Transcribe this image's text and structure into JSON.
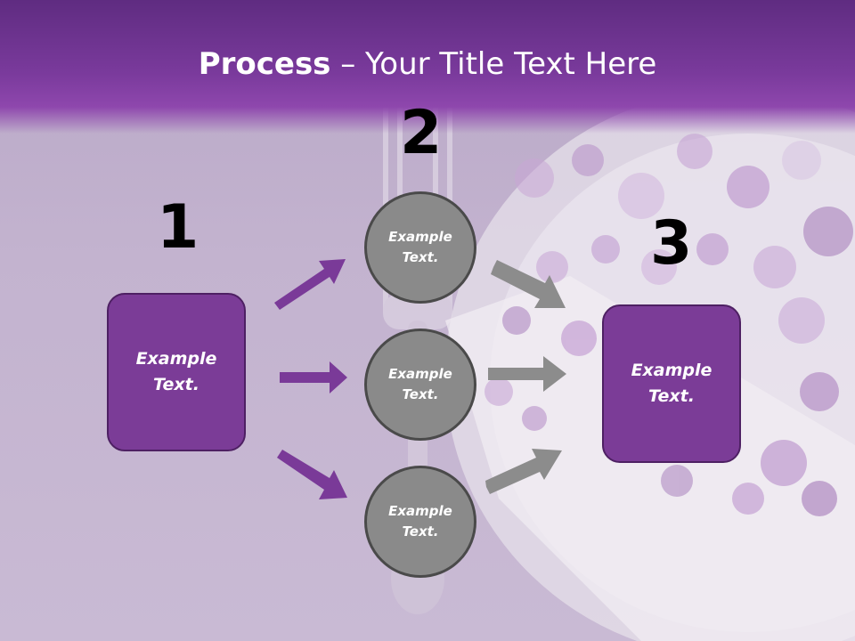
{
  "title": {
    "bold": "Process",
    "rest": " – Your Title Text Here"
  },
  "steps": {
    "one": {
      "number": "1",
      "box_text": "Example\nText."
    },
    "two": {
      "number": "2",
      "circles": [
        "Example\nText.",
        "Example\nText.",
        "Example\nText."
      ]
    },
    "three": {
      "number": "3",
      "box_text": "Example\nText."
    }
  },
  "colors": {
    "title_bar": "#6b3190",
    "box": "#7b3c97",
    "circle": "#8a8a8a",
    "purple_arrow": "#7a3a98",
    "gray_arrow": "#8c8c8c"
  }
}
